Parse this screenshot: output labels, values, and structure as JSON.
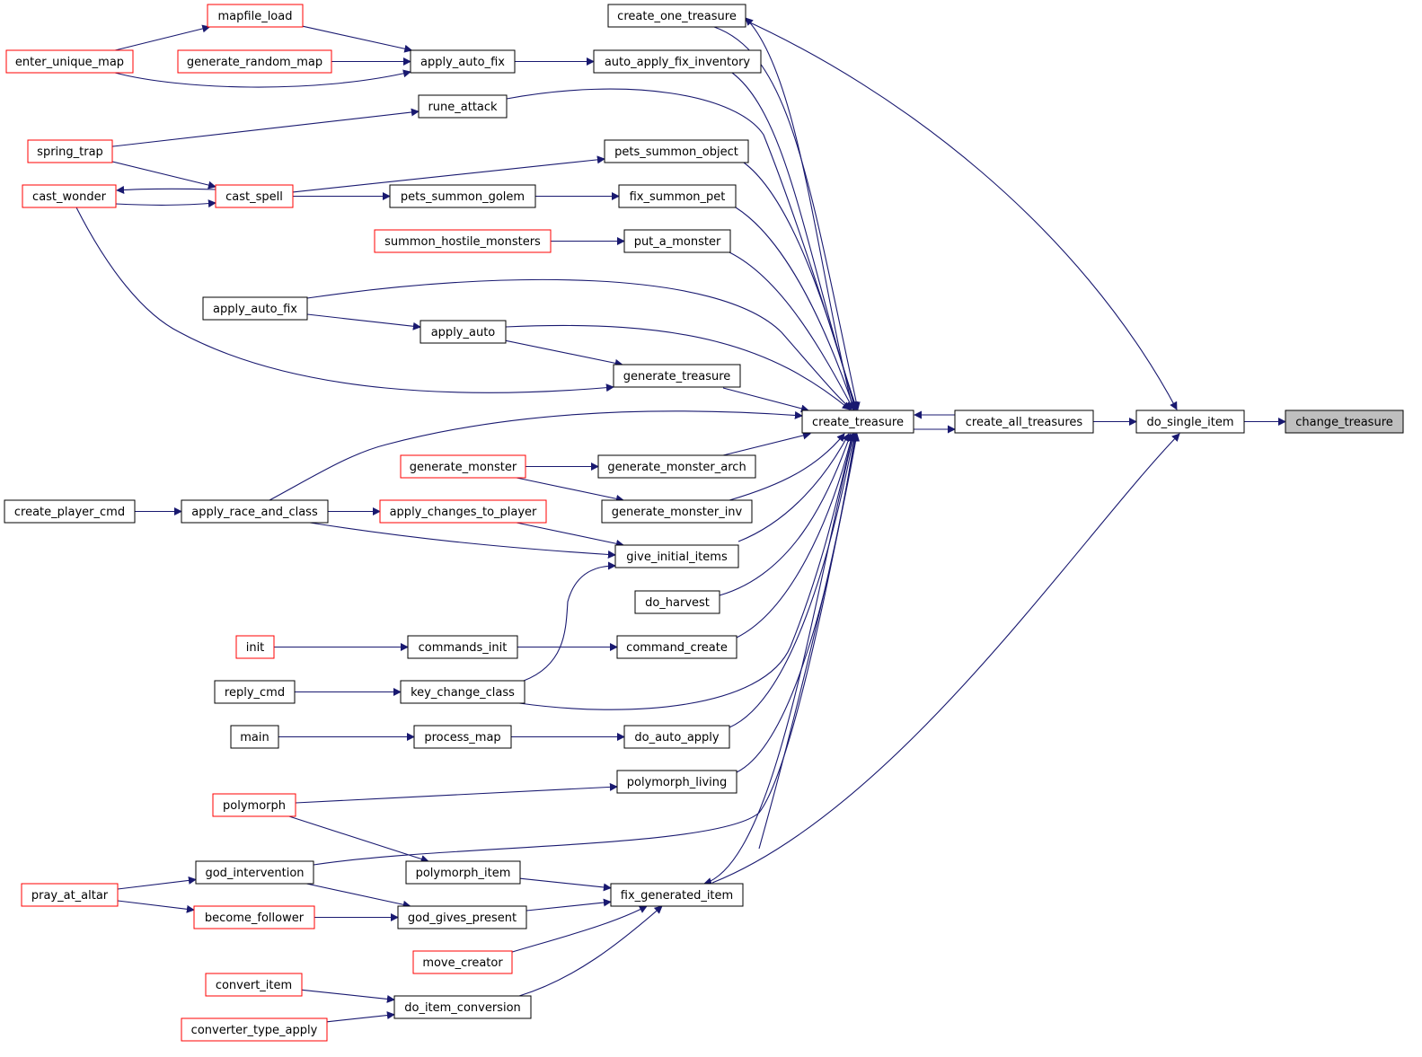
{
  "colors": {
    "edge": "#191970",
    "node_border": "#000000",
    "node_border_truncated": "#ff0000",
    "node_fill": "#ffffff",
    "focus_fill": "#bfbfbf"
  },
  "graph": {
    "focus": "change_treasure",
    "nodes": [
      {
        "id": "change_treasure",
        "label": "change_treasure",
        "style": "focus"
      },
      {
        "id": "do_single_item",
        "label": "do_single_item",
        "style": "normal"
      },
      {
        "id": "create_all_treasures",
        "label": "create_all_treasures",
        "style": "normal"
      },
      {
        "id": "create_treasure",
        "label": "create_treasure",
        "style": "normal"
      },
      {
        "id": "create_one_treasure",
        "label": "create_one_treasure",
        "style": "normal"
      },
      {
        "id": "fix_generated_item",
        "label": "fix_generated_item",
        "style": "normal"
      },
      {
        "id": "auto_apply_fix_inventory",
        "label": "auto_apply_fix_inventory",
        "style": "normal"
      },
      {
        "id": "apply_auto_fix_a",
        "label": "apply_auto_fix",
        "style": "normal"
      },
      {
        "id": "mapfile_load",
        "label": "mapfile_load",
        "style": "truncated"
      },
      {
        "id": "generate_random_map",
        "label": "generate_random_map",
        "style": "truncated"
      },
      {
        "id": "enter_unique_map",
        "label": "enter_unique_map",
        "style": "truncated"
      },
      {
        "id": "rune_attack",
        "label": "rune_attack",
        "style": "normal"
      },
      {
        "id": "spring_trap",
        "label": "spring_trap",
        "style": "truncated"
      },
      {
        "id": "pets_summon_object",
        "label": "pets_summon_object",
        "style": "normal"
      },
      {
        "id": "cast_spell",
        "label": "cast_spell",
        "style": "truncated"
      },
      {
        "id": "cast_wonder",
        "label": "cast_wonder",
        "style": "truncated"
      },
      {
        "id": "fix_summon_pet",
        "label": "fix_summon_pet",
        "style": "normal"
      },
      {
        "id": "pets_summon_golem",
        "label": "pets_summon_golem",
        "style": "normal"
      },
      {
        "id": "put_a_monster",
        "label": "put_a_monster",
        "style": "normal"
      },
      {
        "id": "summon_hostile_monsters",
        "label": "summon_hostile_monsters",
        "style": "truncated"
      },
      {
        "id": "apply_auto_fix_b",
        "label": "apply_auto_fix",
        "style": "normal"
      },
      {
        "id": "apply_auto",
        "label": "apply_auto",
        "style": "normal"
      },
      {
        "id": "generate_treasure",
        "label": "generate_treasure",
        "style": "normal"
      },
      {
        "id": "generate_monster_arch",
        "label": "generate_monster_arch",
        "style": "normal"
      },
      {
        "id": "generate_monster",
        "label": "generate_monster",
        "style": "truncated"
      },
      {
        "id": "generate_monster_inv",
        "label": "generate_monster_inv",
        "style": "normal"
      },
      {
        "id": "give_initial_items",
        "label": "give_initial_items",
        "style": "normal"
      },
      {
        "id": "apply_changes_to_player",
        "label": "apply_changes_to_player",
        "style": "truncated"
      },
      {
        "id": "apply_race_and_class",
        "label": "apply_race_and_class",
        "style": "normal"
      },
      {
        "id": "create_player_cmd",
        "label": "create_player_cmd",
        "style": "normal"
      },
      {
        "id": "do_harvest",
        "label": "do_harvest",
        "style": "normal"
      },
      {
        "id": "command_create",
        "label": "command_create",
        "style": "normal"
      },
      {
        "id": "commands_init",
        "label": "commands_init",
        "style": "normal"
      },
      {
        "id": "init",
        "label": "init",
        "style": "truncated"
      },
      {
        "id": "key_change_class",
        "label": "key_change_class",
        "style": "normal"
      },
      {
        "id": "reply_cmd",
        "label": "reply_cmd",
        "style": "normal"
      },
      {
        "id": "do_auto_apply",
        "label": "do_auto_apply",
        "style": "normal"
      },
      {
        "id": "process_map",
        "label": "process_map",
        "style": "normal"
      },
      {
        "id": "main",
        "label": "main",
        "style": "normal"
      },
      {
        "id": "polymorph_living",
        "label": "polymorph_living",
        "style": "normal"
      },
      {
        "id": "polymorph",
        "label": "polymorph",
        "style": "truncated"
      },
      {
        "id": "god_intervention",
        "label": "god_intervention",
        "style": "normal"
      },
      {
        "id": "polymorph_item",
        "label": "polymorph_item",
        "style": "normal"
      },
      {
        "id": "pray_at_altar",
        "label": "pray_at_altar",
        "style": "truncated"
      },
      {
        "id": "god_gives_present",
        "label": "god_gives_present",
        "style": "normal"
      },
      {
        "id": "become_follower",
        "label": "become_follower",
        "style": "truncated"
      },
      {
        "id": "move_creator",
        "label": "move_creator",
        "style": "truncated"
      },
      {
        "id": "do_item_conversion",
        "label": "do_item_conversion",
        "style": "normal"
      },
      {
        "id": "convert_item",
        "label": "convert_item",
        "style": "truncated"
      },
      {
        "id": "converter_type_apply",
        "label": "converter_type_apply",
        "style": "truncated"
      }
    ],
    "edges": [
      {
        "from": "do_single_item",
        "to": "change_treasure"
      },
      {
        "from": "create_all_treasures",
        "to": "do_single_item"
      },
      {
        "from": "create_one_treasure",
        "to": "do_single_item"
      },
      {
        "from": "fix_generated_item",
        "to": "do_single_item"
      },
      {
        "from": "create_treasure",
        "to": "create_all_treasures"
      },
      {
        "from": "create_all_treasures",
        "to": "create_treasure"
      },
      {
        "from": "create_treasure",
        "to": "create_one_treasure"
      },
      {
        "from": "create_treasure",
        "to": "fix_generated_item"
      },
      {
        "from": "create_one_treasure",
        "to": "create_treasure"
      },
      {
        "from": "auto_apply_fix_inventory",
        "to": "create_treasure"
      },
      {
        "from": "rune_attack",
        "to": "create_treasure"
      },
      {
        "from": "pets_summon_object",
        "to": "create_treasure"
      },
      {
        "from": "fix_summon_pet",
        "to": "create_treasure"
      },
      {
        "from": "put_a_monster",
        "to": "create_treasure"
      },
      {
        "from": "apply_auto_fix_b",
        "to": "create_treasure"
      },
      {
        "from": "apply_auto",
        "to": "create_treasure"
      },
      {
        "from": "generate_treasure",
        "to": "create_treasure"
      },
      {
        "from": "apply_race_and_class",
        "to": "create_treasure"
      },
      {
        "from": "generate_monster_arch",
        "to": "create_treasure"
      },
      {
        "from": "generate_monster_inv",
        "to": "create_treasure"
      },
      {
        "from": "give_initial_items",
        "to": "create_treasure"
      },
      {
        "from": "do_harvest",
        "to": "create_treasure"
      },
      {
        "from": "command_create",
        "to": "create_treasure"
      },
      {
        "from": "key_change_class",
        "to": "create_treasure"
      },
      {
        "from": "do_auto_apply",
        "to": "create_treasure"
      },
      {
        "from": "polymorph_living",
        "to": "create_treasure"
      },
      {
        "from": "god_intervention",
        "to": "create_treasure"
      },
      {
        "from": "fix_generated_item",
        "to": "create_treasure"
      },
      {
        "from": "apply_auto_fix_a",
        "to": "auto_apply_fix_inventory"
      },
      {
        "from": "mapfile_load",
        "to": "apply_auto_fix_a"
      },
      {
        "from": "generate_random_map",
        "to": "apply_auto_fix_a"
      },
      {
        "from": "enter_unique_map",
        "to": "apply_auto_fix_a"
      },
      {
        "from": "enter_unique_map",
        "to": "mapfile_load"
      },
      {
        "from": "spring_trap",
        "to": "rune_attack"
      },
      {
        "from": "spring_trap",
        "to": "cast_spell"
      },
      {
        "from": "cast_spell",
        "to": "pets_summon_object"
      },
      {
        "from": "cast_spell",
        "to": "cast_wonder"
      },
      {
        "from": "cast_wonder",
        "to": "cast_spell"
      },
      {
        "from": "cast_spell",
        "to": "pets_summon_golem"
      },
      {
        "from": "pets_summon_golem",
        "to": "fix_summon_pet"
      },
      {
        "from": "summon_hostile_monsters",
        "to": "put_a_monster"
      },
      {
        "from": "apply_auto_fix_b",
        "to": "apply_auto"
      },
      {
        "from": "apply_auto",
        "to": "generate_treasure"
      },
      {
        "from": "cast_wonder",
        "to": "generate_treasure"
      },
      {
        "from": "generate_monster",
        "to": "generate_monster_arch"
      },
      {
        "from": "generate_monster",
        "to": "generate_monster_inv"
      },
      {
        "from": "apply_changes_to_player",
        "to": "give_initial_items"
      },
      {
        "from": "apply_race_and_class",
        "to": "give_initial_items"
      },
      {
        "from": "key_change_class",
        "to": "give_initial_items"
      },
      {
        "from": "apply_race_and_class",
        "to": "apply_changes_to_player"
      },
      {
        "from": "create_player_cmd",
        "to": "apply_race_and_class"
      },
      {
        "from": "commands_init",
        "to": "command_create"
      },
      {
        "from": "init",
        "to": "commands_init"
      },
      {
        "from": "reply_cmd",
        "to": "key_change_class"
      },
      {
        "from": "process_map",
        "to": "do_auto_apply"
      },
      {
        "from": "main",
        "to": "process_map"
      },
      {
        "from": "polymorph",
        "to": "polymorph_living"
      },
      {
        "from": "polymorph",
        "to": "polymorph_item"
      },
      {
        "from": "polymorph_item",
        "to": "fix_generated_item"
      },
      {
        "from": "god_gives_present",
        "to": "fix_generated_item"
      },
      {
        "from": "move_creator",
        "to": "fix_generated_item"
      },
      {
        "from": "do_item_conversion",
        "to": "fix_generated_item"
      },
      {
        "from": "god_intervention",
        "to": "god_gives_present"
      },
      {
        "from": "pray_at_altar",
        "to": "god_intervention"
      },
      {
        "from": "pray_at_altar",
        "to": "become_follower"
      },
      {
        "from": "become_follower",
        "to": "god_gives_present"
      },
      {
        "from": "convert_item",
        "to": "do_item_conversion"
      },
      {
        "from": "converter_type_apply",
        "to": "do_item_conversion"
      }
    ]
  }
}
